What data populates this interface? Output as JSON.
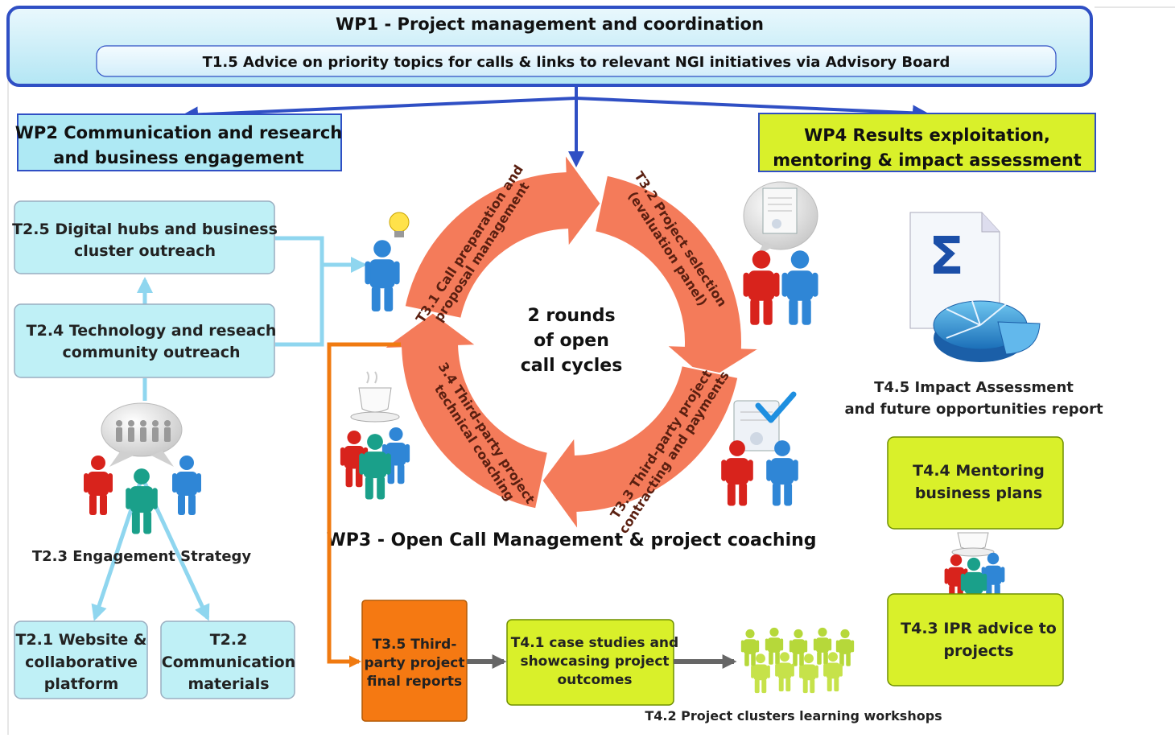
{
  "wp1": {
    "title": "WP1 - Project management and coordination",
    "t15": "T1.5 Advice on priority topics for calls & links to relevant NGI initiatives via Advisory Board"
  },
  "wp2": {
    "title_line1": "WP2 Communication and research",
    "title_line2": "and business engagement",
    "t25_line1": "T2.5 Digital hubs and business",
    "t25_line2": "cluster outreach",
    "t24_line1": "T2.4 Technology and reseach",
    "t24_line2": "community outreach",
    "t23": "T2.3 Engagement Strategy",
    "t21_line1": "T2.1 Website &",
    "t21_line2": "collaborative",
    "t21_line3": "platform",
    "t22_line1": "T2.2",
    "t22_line2": "Communication",
    "t22_line3": "materials"
  },
  "wp3": {
    "title": "WP3 - Open Call Management & project coaching",
    "center_line1": "2 rounds",
    "center_line2": "of open",
    "center_line3": "call cycles",
    "t31_line1": "T3.1 Call preparation and",
    "t31_line2": "proposal management",
    "t32_line1": "T3.2 Project selection",
    "t32_line2": "(evaluation panel)",
    "t33_line1": "T3.3 Third-party project",
    "t33_line2": "contracting and payments",
    "t34_line1": "3.4 Third-party project",
    "t34_line2": "technical coaching",
    "t35_line1": "T3.5 Third-",
    "t35_line2": "party project",
    "t35_line3": "final reports"
  },
  "wp4": {
    "title_line1": "WP4 Results exploitation,",
    "title_line2": "mentoring & impact assessment",
    "t45_line1": "T4.5 Impact Assessment",
    "t45_line2": "and future opportunities report",
    "t44_line1": "T4.4 Mentoring",
    "t44_line2": "business plans",
    "t43_line1": "T4.3 IPR advice to",
    "t43_line2": "projects",
    "t41_line1": "T4.1 case studies and",
    "t41_line2": "showcasing project",
    "t41_line3": "outcomes",
    "t42": "T4.2 Project clusters learning workshops",
    "sigma": "Σ"
  },
  "colors": {
    "wp1_border": "#2f4fc4",
    "cyan_fill": "#bff0f6",
    "wp2_fill": "#aee9f4",
    "lime_fill": "#d9f02a",
    "lime_border": "#6f8f00",
    "cycle_fill": "#f47b5a",
    "orange_fill": "#f57912",
    "orange_line": "#f07a10",
    "connector": "#8fd6ef",
    "gray_arrow": "#666666"
  },
  "icons": [
    "person-red-icon",
    "person-blue-icon",
    "person-teal-icon",
    "lightbulb-icon",
    "document-icon",
    "coffee-cup-icon",
    "certificate-check-icon",
    "pie-chart-icon",
    "speech-bubble-icon",
    "crowd-icon"
  ]
}
